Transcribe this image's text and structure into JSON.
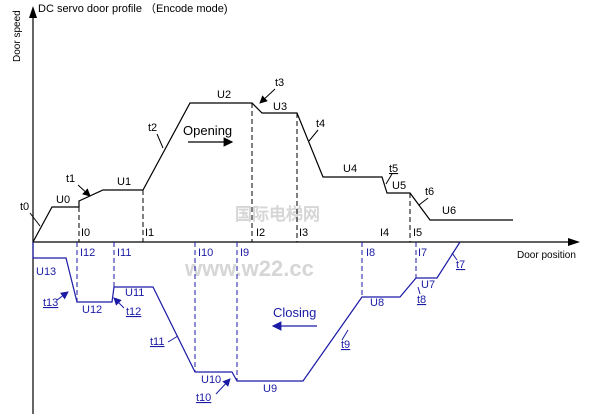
{
  "title": "DC servo door profile （Encode mode)",
  "axes": {
    "y_label": "Door speed",
    "x_label": "Door position"
  },
  "colors": {
    "opening_curve": "#000000",
    "closing_curve": "#1a1aa6",
    "watermark": "#d6d6d6"
  },
  "opening": {
    "label": "Opening",
    "speeds": [
      "U0",
      "U1",
      "U2",
      "U3",
      "U4",
      "U5",
      "U6"
    ],
    "times": [
      "t0",
      "t1",
      "t2",
      "t3",
      "t4",
      "t5",
      "t6"
    ],
    "positions": [
      "I0",
      "I1",
      "I2",
      "I3",
      "I4",
      "I5"
    ]
  },
  "closing": {
    "label": "Closing",
    "speeds": [
      "U7",
      "U8",
      "U9",
      "U10",
      "U11",
      "U12",
      "U13"
    ],
    "times": [
      "t7",
      "t8",
      "t9",
      "t10",
      "t11",
      "t12",
      "t13"
    ],
    "positions": [
      "I7",
      "I8",
      "I9",
      "I10",
      "I11",
      "I12"
    ]
  },
  "watermark": {
    "cn": "国际电梯网",
    "url": "www.w22.cc"
  }
}
